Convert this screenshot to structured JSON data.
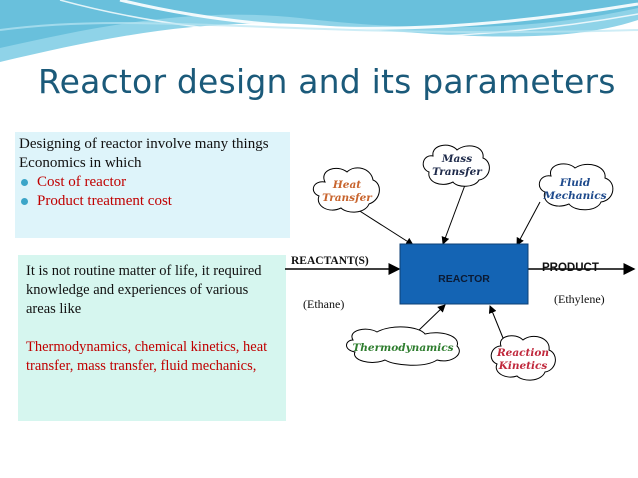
{
  "title": "Reactor design and its parameters",
  "intro_box": {
    "line1": "Designing of reactor involve many things",
    "line2": "Economics in which",
    "bullets": [
      "Cost of reactor",
      "Product treatment cost"
    ]
  },
  "knowledge_box": {
    "text": "It is not routine matter of life, it required knowledge and experiences of various areas like",
    "areas": "Thermodynamics, chemical kinetics, heat transfer, mass transfer, fluid mechanics,"
  },
  "diagram": {
    "reactor": "REACTOR",
    "reactant": "REACTANT(S)",
    "reactant_example": "(Ethane)",
    "product": "PRODUCT",
    "product_example": "(Ethylene)",
    "clouds": {
      "heat_transfer": [
        "Heat",
        "Transfer"
      ],
      "mass_transfer": [
        "Mass",
        "Transfer"
      ],
      "fluid_mechanics": [
        "Fluid",
        "Mechanics"
      ],
      "thermodynamics": "Thermodynamics",
      "reaction_kinetics": [
        "Reaction",
        "Kinetics"
      ]
    }
  },
  "colors": {
    "title": "#1b5a7a",
    "reactor_fill": "#1464b4",
    "heat": "#c8642d",
    "mass": "#1e2a4a",
    "fluid": "#1e4a8c",
    "thermo": "#2e7d2e",
    "kinetics": "#c0283c"
  }
}
